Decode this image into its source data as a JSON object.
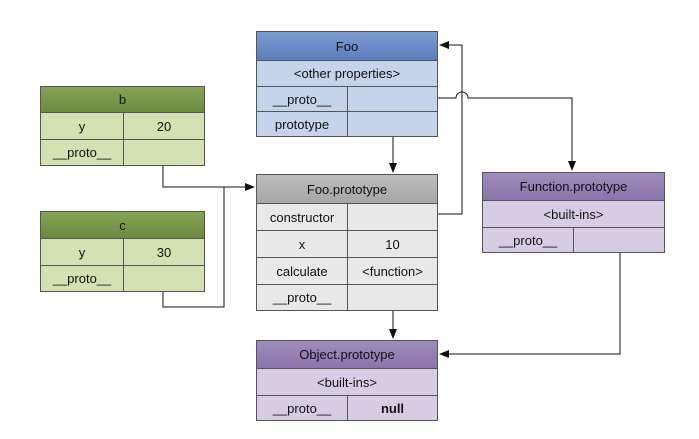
{
  "foo": {
    "title": "Foo",
    "other_properties": "<other properties>",
    "proto_label": "__proto__",
    "prototype_label": "prototype"
  },
  "b": {
    "title": "b",
    "y_label": "y",
    "y_value": "20",
    "proto_label": "__proto__"
  },
  "c": {
    "title": "c",
    "y_label": "y",
    "y_value": "30",
    "proto_label": "__proto__"
  },
  "foo_prototype": {
    "title": "Foo.prototype",
    "constructor_label": "constructor",
    "x_label": "x",
    "x_value": "10",
    "calculate_label": "calculate",
    "calculate_value": "<function>",
    "proto_label": "__proto__"
  },
  "function_prototype": {
    "title": "Function.prototype",
    "builtins": "<built-ins>",
    "proto_label": "__proto__"
  },
  "object_prototype": {
    "title": "Object.prototype",
    "builtins": "<built-ins>",
    "proto_label": "__proto__",
    "proto_value": "null"
  },
  "colors": {
    "foo_header": "#5a7dbd",
    "foo_body": "#c5d3eb",
    "green_header": "#6c8a3f",
    "green_body": "#d4e2b3",
    "gray_header": "#a6a6a6",
    "gray_body": "#e8e8e8",
    "purple_header": "#8a74a9",
    "purple_body": "#d6cde4"
  }
}
